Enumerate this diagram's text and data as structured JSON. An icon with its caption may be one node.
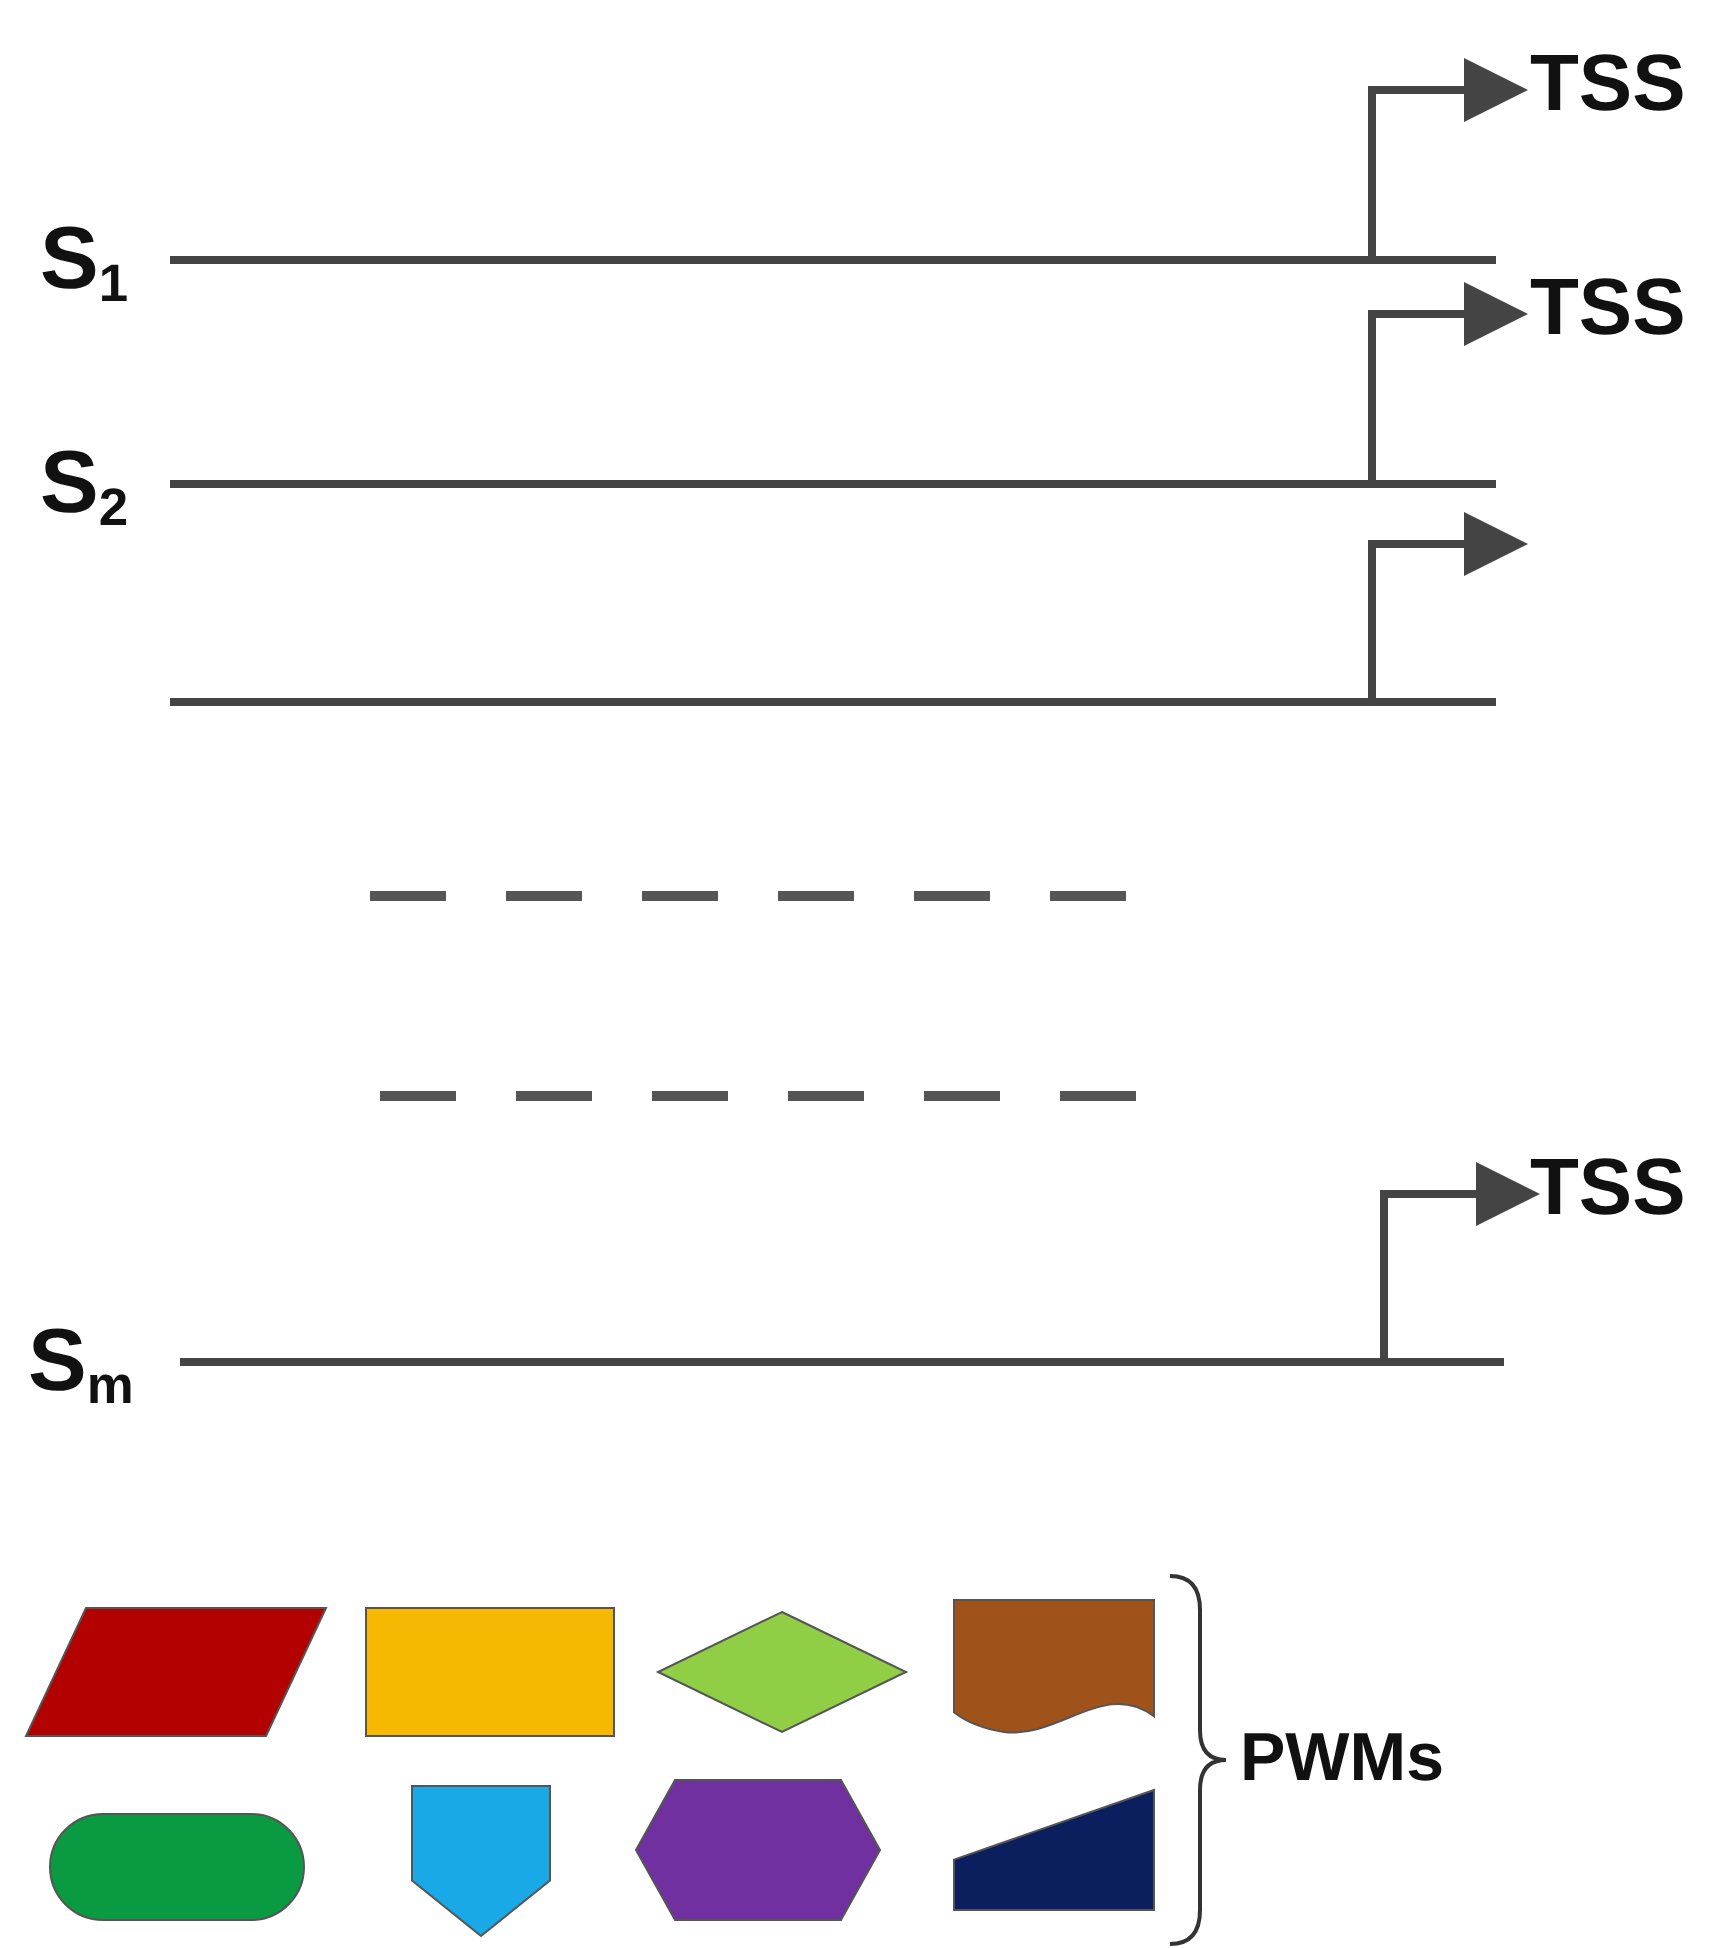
{
  "diagram": {
    "nodes": [
      {
        "text": [],
        "shape": "parallelogram"
      },
      {
        "text": [],
        "shape": "box"
      },
      {
        "text": [],
        "shape": "diamond"
      },
      {
        "text": [],
        "shape": "document"
      },
      {
        "text": [],
        "shape": "stadium"
      },
      {
        "text": [],
        "shape": "pentagon"
      },
      {
        "text": [],
        "shape": "hexagon"
      },
      {
        "text": [],
        "shape": "trapezoid"
      }
    ],
    "labels": [
      "TSS",
      "S$_{1}$",
      "TSS",
      "S$_{2}$",
      "TSS",
      "S$_{m}$",
      "PWMs"
    ]
  }
}
